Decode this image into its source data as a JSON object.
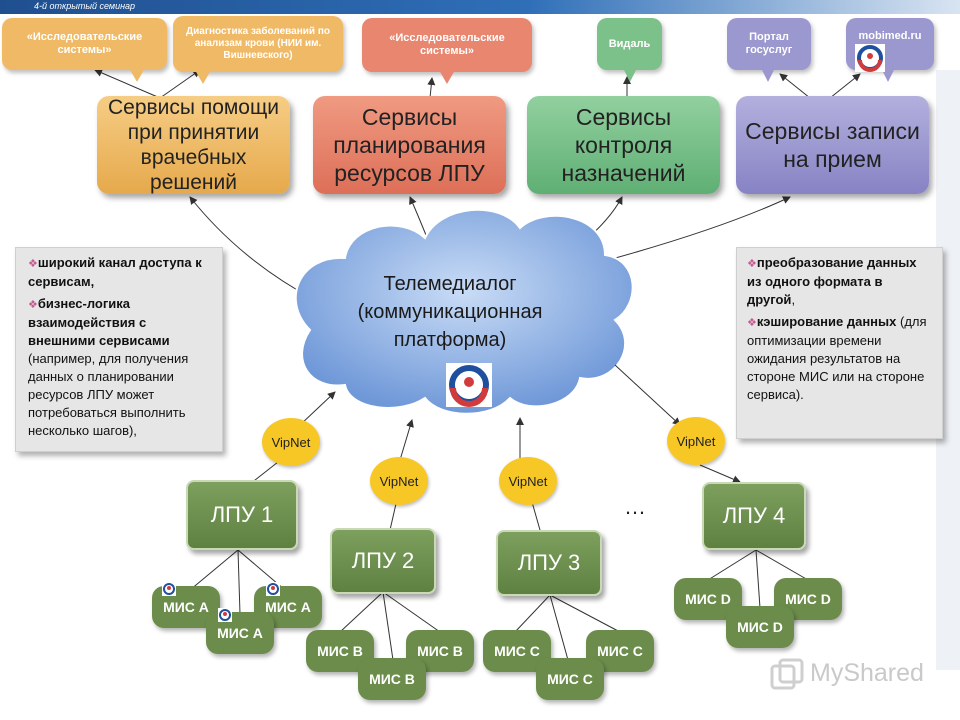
{
  "header": {
    "seminar_label": "4-й открытый семинар"
  },
  "callouts": {
    "research_left": "«Исследовательские системы»",
    "diagnostics": "Диагностика заболеваний по анализам крови (НИИ им. Вишневского)",
    "research_right": "«Исследовательские системы»",
    "vidal": "Видаль",
    "gosuslugi": "Портал госуслуг",
    "mobimed": "mobimed.ru"
  },
  "services": {
    "decision_support": "Сервисы помощи при принятии врачебных решений",
    "planning": "Сервисы планирования ресурсов ЛПУ",
    "prescription_control": "Сервисы контроля назначений",
    "appointment": "Сервисы записи на прием"
  },
  "platform": {
    "title": "Телемедиалог (коммуникационная платформа)"
  },
  "notes": {
    "left": {
      "item1": "широкий канал доступа к сервисам,",
      "item2": "бизнес-логика взаимодействия с внешними сервисами",
      "item2_detail": "(например, для получения данных о планировании ресурсов ЛПУ может потребоваться выполнить несколько шагов),"
    },
    "right": {
      "item1": "преобразование данных из одного формата в другой",
      "item1_suffix": ",",
      "item2": "кэширование данных",
      "item2_detail": "(для оптимизации времени ожидания результатов на стороне МИС или на стороне сервиса)."
    }
  },
  "vipnet_label": "VipNet",
  "ellipsis": "…",
  "lpu": {
    "lpu1": "ЛПУ 1",
    "lpu2": "ЛПУ 2",
    "lpu3": "ЛПУ 3",
    "lpu4": "ЛПУ 4"
  },
  "mis": {
    "a": "МИС А",
    "b": "МИС В",
    "c": "МИС С",
    "d": "МИС D"
  },
  "watermark": {
    "text": "MyShared"
  },
  "colors": {
    "orange": "#f0b966",
    "salmon": "#e8866f",
    "green": "#7cc08a",
    "purple": "#9b97cf",
    "cloud": "#8fb2e6",
    "vipnet": "#f7c726",
    "lpu": "#6b8c4a"
  }
}
